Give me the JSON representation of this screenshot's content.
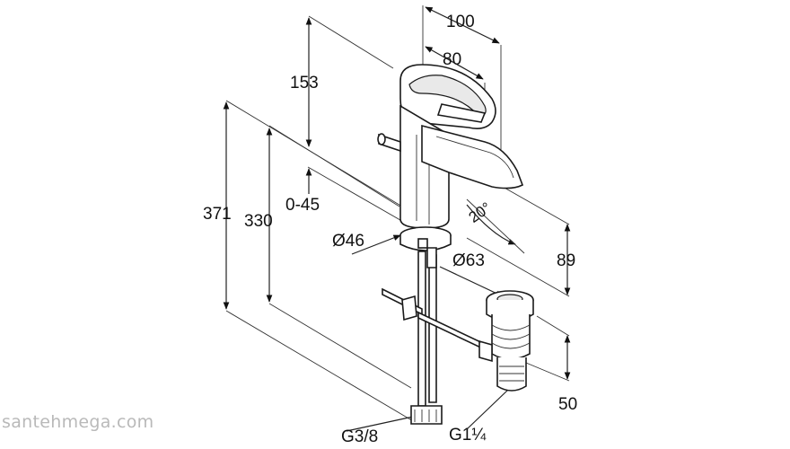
{
  "dimensions": {
    "width_total": "100",
    "width_spout": "80",
    "height_top": "153",
    "height_total": "371",
    "height_body": "330",
    "deck_range": "0-45",
    "diameter_body": "Ø46",
    "diameter_waste": "Ø63",
    "spout_height": "89",
    "waste_depth": "50",
    "angle": "20°",
    "thread_supply": "G3/8",
    "thread_waste": "G1¼"
  },
  "watermark": "santehmega.com"
}
